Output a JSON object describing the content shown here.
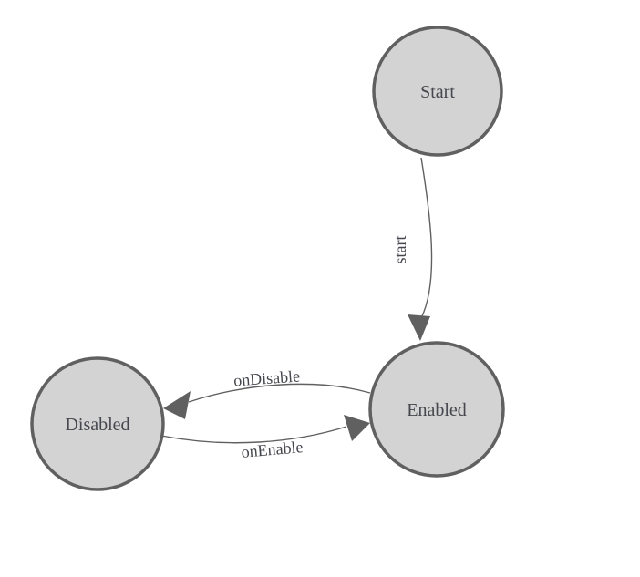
{
  "diagram": {
    "type": "state-machine",
    "background_color": "#ffffff",
    "node_fill_color": "#d3d3d3",
    "node_border_color": "#606060",
    "edge_color": "#606060",
    "label_color": "#46474e",
    "nodes": [
      {
        "id": "start",
        "label": "Start"
      },
      {
        "id": "enabled",
        "label": "Enabled"
      },
      {
        "id": "disabled",
        "label": "Disabled"
      }
    ],
    "edges": [
      {
        "from": "Start",
        "to": "Enabled",
        "label": "start"
      },
      {
        "from": "Enabled",
        "to": "Disabled",
        "label": "onDisable"
      },
      {
        "from": "Disabled",
        "to": "Enabled",
        "label": "onEnable"
      }
    ]
  }
}
